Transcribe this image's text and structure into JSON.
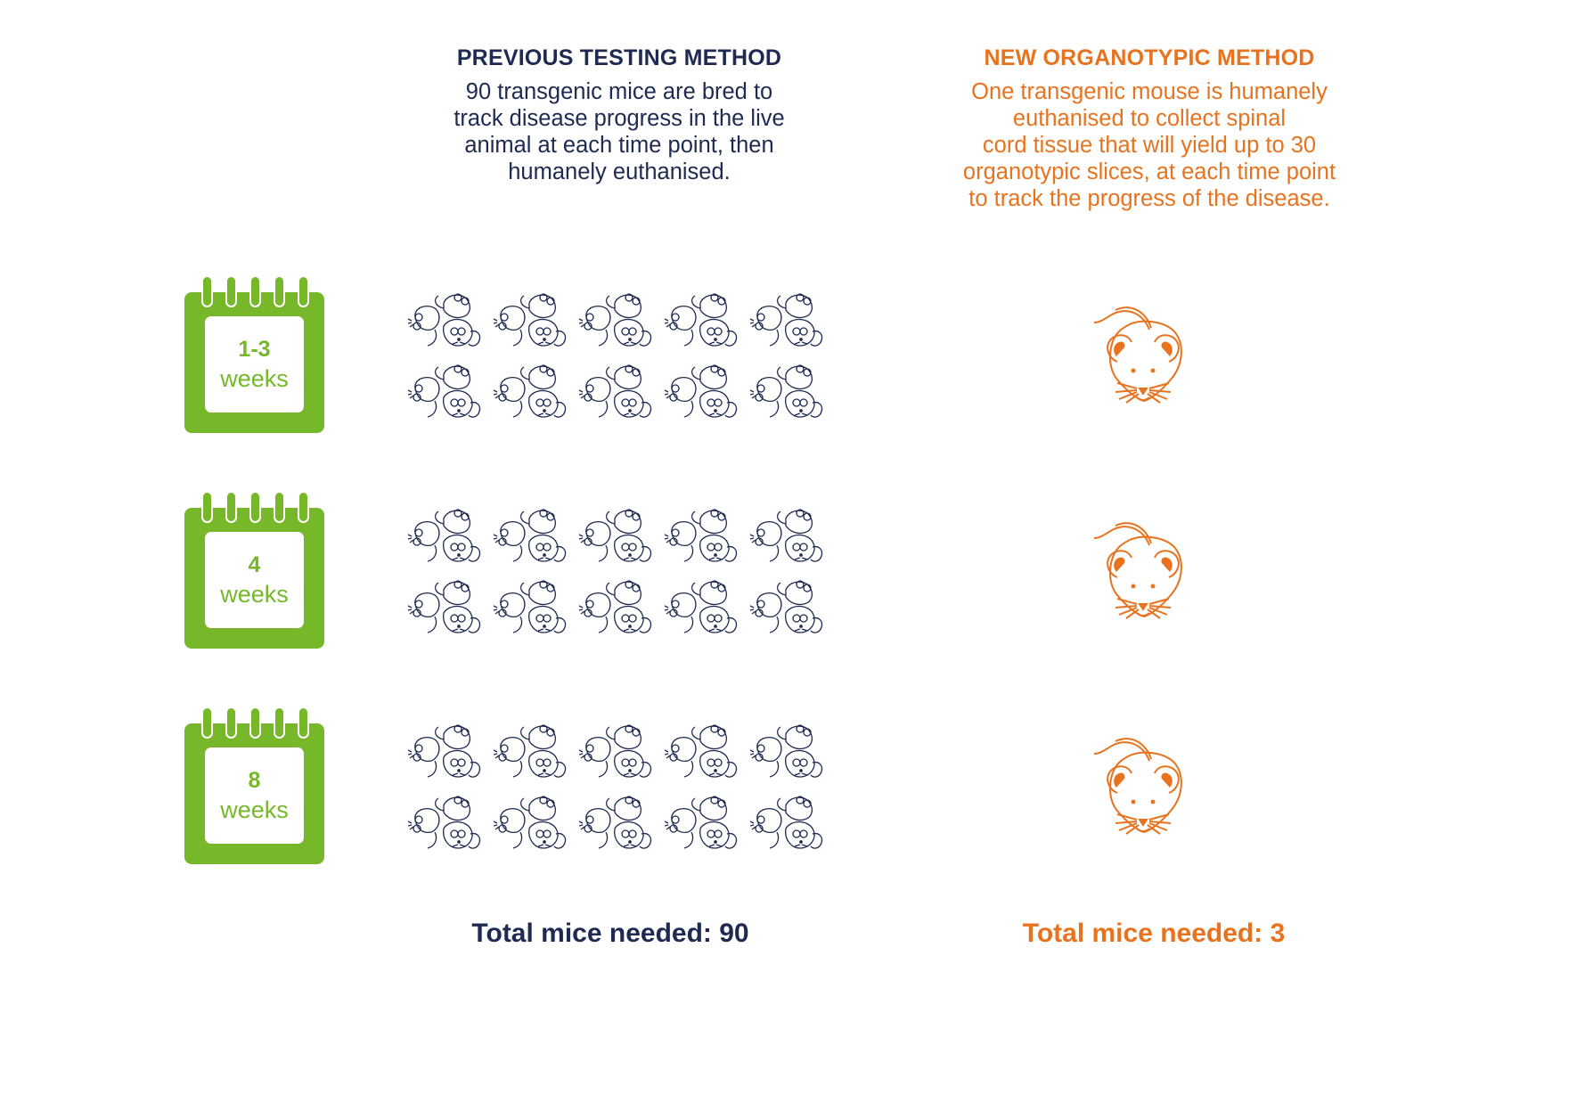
{
  "previous": {
    "title": "PREVIOUS TESTING METHOD",
    "description": "90 transgenic mice are bred to\ntrack disease progress in the live\nanimal at each time point, then\nhumanely euthanised.",
    "total": "Total mice needed: 90",
    "color": "#1e2a52",
    "icon": "mouse-group-icon"
  },
  "new": {
    "title": "NEW ORGANOTYPIC METHOD",
    "description": "One transgenic mouse is humanely\neuthanised to collect spinal\ncord tissue that will yield up to 30\norganotypic slices, at each time point\nto track the progress of the disease.",
    "total": "Total mice needed: 3",
    "color": "#e8731f",
    "icon": "mouse-icon"
  },
  "calendar_color": "#76b82a",
  "calendar_icon": "calendar-icon",
  "timepoints": [
    {
      "number": "1-3",
      "unit": "weeks",
      "previous_mice_groups": 10,
      "new_mice": 1
    },
    {
      "number": "4",
      "unit": "weeks",
      "previous_mice_groups": 10,
      "new_mice": 1
    },
    {
      "number": "8",
      "unit": "weeks",
      "previous_mice_groups": 10,
      "new_mice": 1
    }
  ]
}
